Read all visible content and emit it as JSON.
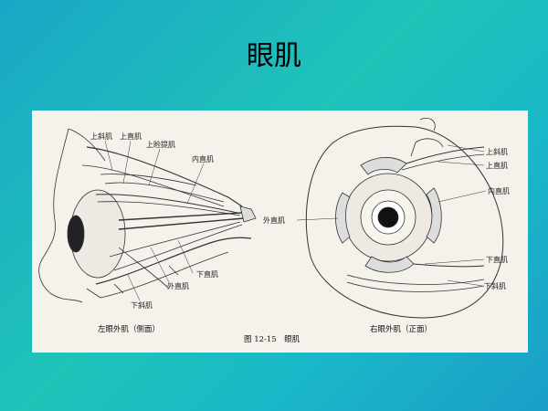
{
  "slide": {
    "title": "眼肌"
  },
  "figure": {
    "caption": "图 12-15　眼肌",
    "left_view": {
      "caption": "左眼外肌（侧面）",
      "labels": {
        "superior_oblique": "上斜肌",
        "superior_rectus": "上直肌",
        "levator": "上睑提肌",
        "medial_rectus": "内直肌",
        "inferior_rectus": "下直肌",
        "lateral_rectus": "外直肌",
        "inferior_oblique": "下斜肌"
      }
    },
    "right_view": {
      "caption": "右眼外肌（正面）",
      "labels": {
        "superior_oblique": "上斜肌",
        "superior_rectus": "上直肌",
        "medial_rectus": "内直肌",
        "lateral_rectus": "外直肌",
        "inferior_rectus": "下直肌",
        "inferior_oblique": "下斜肌"
      }
    }
  }
}
